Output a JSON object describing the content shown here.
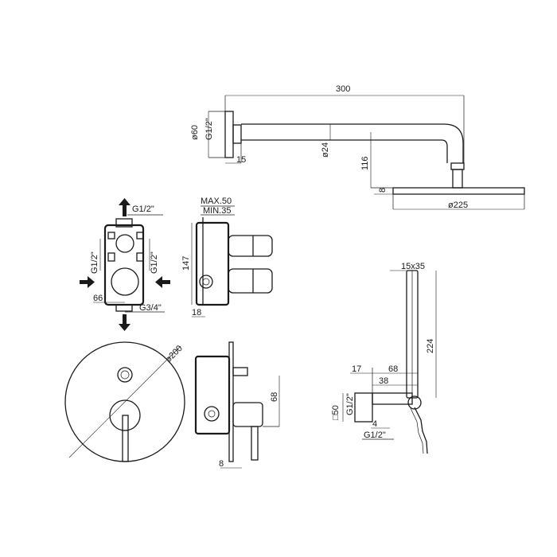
{
  "drawing": {
    "shower_arm": {
      "length": "300",
      "flange_diameter": "ø60",
      "thread": "G1/2\"",
      "arm_diameter": "ø24",
      "flange_depth": "15",
      "drop": "116",
      "head_thickness": "8",
      "head_diameter": "ø225"
    },
    "box": {
      "outlet_thread": "G1/2\"",
      "left_thread": "G1/2\"",
      "right_thread": "G1/2\"",
      "spacing": "66",
      "inlet_thread": "G3/4\"",
      "depth_max": "MAX.50",
      "depth_min": "MIN.35",
      "height": "147",
      "offset": "18"
    },
    "plate": {
      "diameter": "ø200",
      "projection": "68",
      "thickness": "8"
    },
    "hand_shower": {
      "handle_size": "15x35",
      "handle_length": "224",
      "holder_offset": "17",
      "holder_length": "68",
      "holder_depth": "38",
      "elbow_size": "□50",
      "elbow_thread": "G1/2\"",
      "elbow_offset": "4",
      "hose_thread": "G1/2\""
    }
  }
}
